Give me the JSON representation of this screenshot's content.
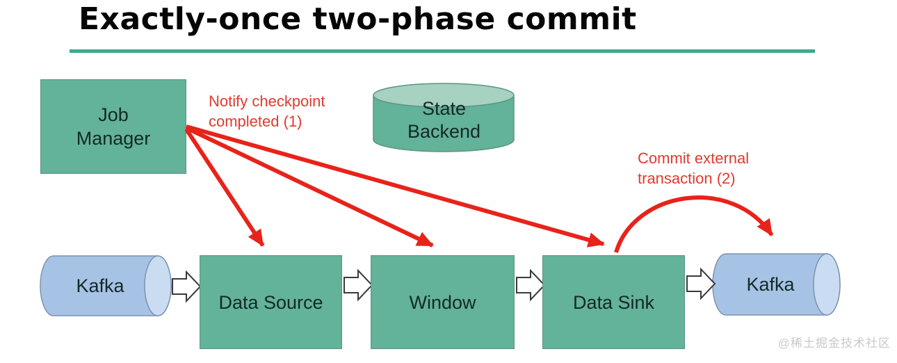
{
  "title": "Exactly-once two-phase commit",
  "colors": {
    "underline": "#3fa98f",
    "green": "#63b29a",
    "green_border": "#5a9583",
    "green_top": "#a7d1c0",
    "text_dark": "#142827",
    "blue": "#a6c3e5",
    "blue_light": "#cadcf1",
    "blue_border": "#7d92ad",
    "red": "#e8231a",
    "red_text": "#e23a2e",
    "arrow_outline": "#3a3a3a",
    "watermark": "#c9c9c9"
  },
  "nodes": {
    "job_manager": {
      "label": "Job\nManager"
    },
    "state_backend": {
      "label": "State\nBackend"
    },
    "kafka_in": {
      "label": "Kafka"
    },
    "data_source": {
      "label": "Data Source"
    },
    "window": {
      "label": "Window"
    },
    "data_sink": {
      "label": "Data Sink"
    },
    "kafka_out": {
      "label": "Kafka"
    }
  },
  "annotations": {
    "notify_checkpoint": "Notify checkpoint\ncompleted (1)",
    "commit_external": "Commit external\ntransaction (2)"
  },
  "watermark": "@稀土掘金技术社区"
}
